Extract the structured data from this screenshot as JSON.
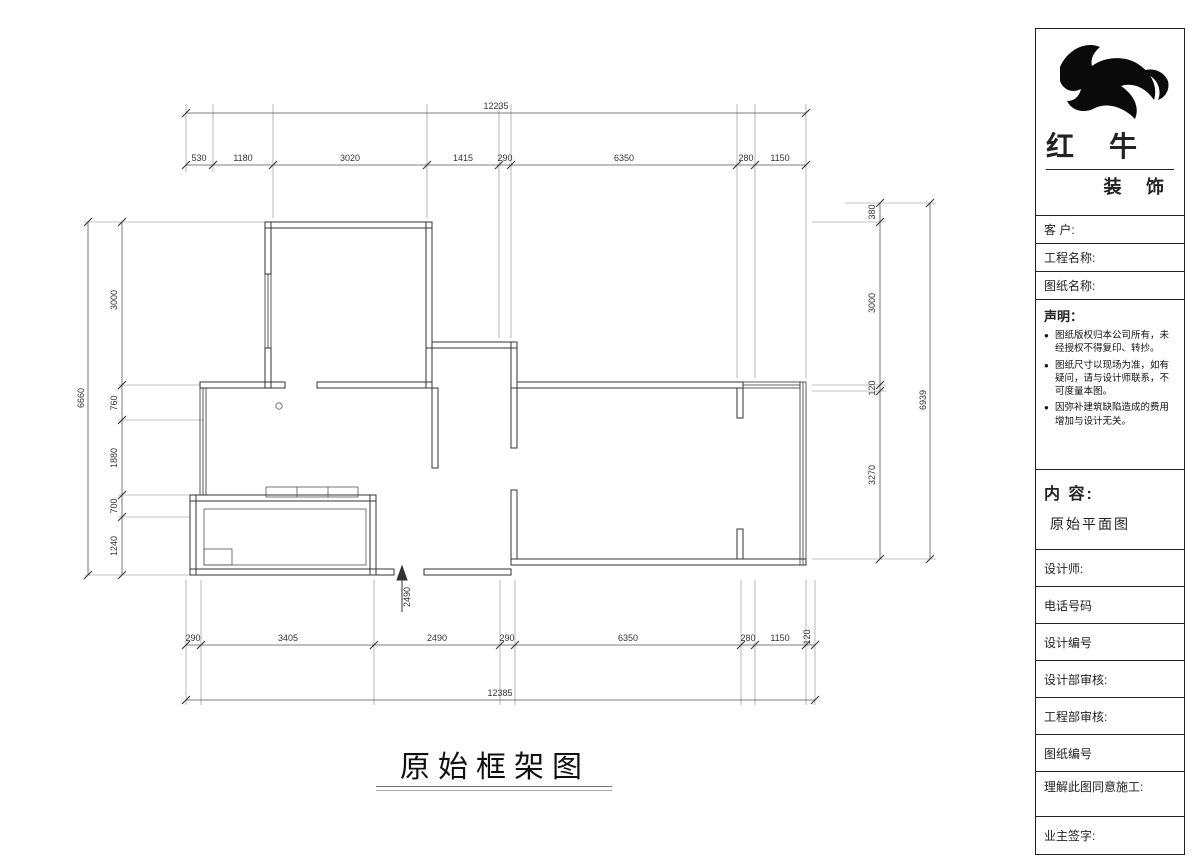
{
  "page": {
    "background": "#ffffff",
    "line_color": "#3a3a3a"
  },
  "drawing": {
    "title": "原始框架图",
    "entrance_dim": "2490",
    "dimensions": {
      "top_total": "12235",
      "top_segments": [
        "530",
        "1180",
        "3020",
        "1415",
        "290",
        "6350",
        "280",
        "1150"
      ],
      "bottom_segments": [
        "290",
        "3405",
        "2490",
        "290",
        "6350",
        "280",
        "1150",
        "120"
      ],
      "bottom_total": "12385",
      "left_total": "6660",
      "left_segments": [
        "3000",
        "760",
        "1880",
        "700",
        "1240"
      ],
      "right_segments": [
        "380",
        "3000",
        "120",
        "3270"
      ],
      "right_total": "6939"
    }
  },
  "title_block": {
    "brand_top": "红 牛",
    "brand_bottom": "装 饰",
    "customer_label": "客 户:",
    "project_label": "工程名称:",
    "sheet_name_label": "图纸名称:",
    "statement_title": "声明：",
    "bullet": "●",
    "statement_items": [
      "图纸版权归本公司所有，未经授权不得复印、转抄。",
      "图纸尺寸以现场为准，如有疑问，请与设计师联系，不可度量本图。",
      "因弥补建筑缺陷造成的费用增加与设计无关。"
    ],
    "content_label": "内 容:",
    "content_value": "原始平面图",
    "designer_label": "设计师:",
    "phone_label": "电话号码",
    "design_no_label": "设计编号",
    "design_review_label": "设计部审核:",
    "eng_review_label": "工程部审核:",
    "sheet_no_label": "图纸编号",
    "agreement_label": "理解此图同意施工:",
    "owner_sign_label": "业主签字:"
  }
}
